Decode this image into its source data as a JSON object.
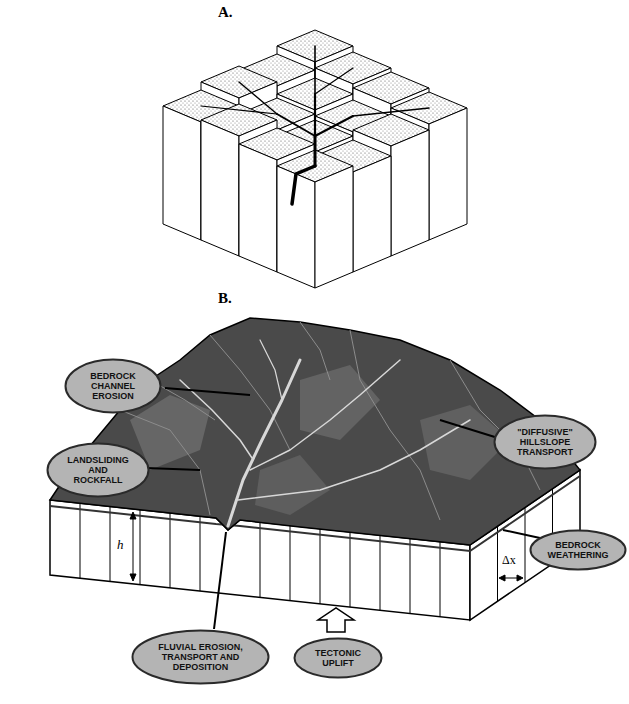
{
  "diagram": {
    "nodes": [
      {
        "text": [
          "BEDROCK CHANNEL EROSION"
        ]
      },
      {
        "text": [
          "LANDSLIDING AND ROCKFALL"
        ]
      },
      {
        "text": [
          "\"DIFFUSIVE\" HILLSLOPE TRANSPORT"
        ]
      },
      {
        "text": [
          "BEDROCK WEATHERING"
        ]
      },
      {
        "text": [
          "FLUVIAL EROSION, TRANSPORT AND DEPOSITION"
        ]
      },
      {
        "text": [
          "TECTONIC UPLIFT"
        ]
      }
    ],
    "labels": [
      "A.",
      "B.",
      "h",
      "Δx"
    ]
  }
}
